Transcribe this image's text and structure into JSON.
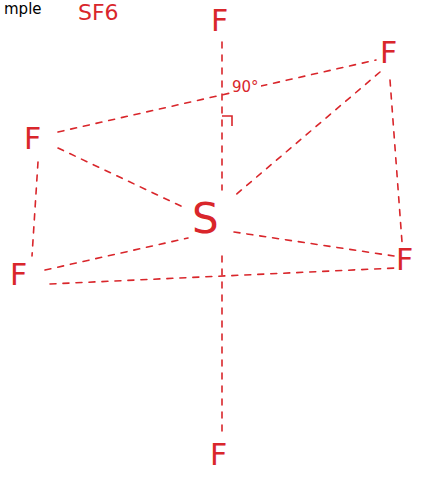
{
  "diagram": {
    "labels": [
      "mple",
      "SF6",
      "F",
      "F",
      "F",
      "90°",
      "S",
      "F",
      "F",
      "F"
    ]
  }
}
